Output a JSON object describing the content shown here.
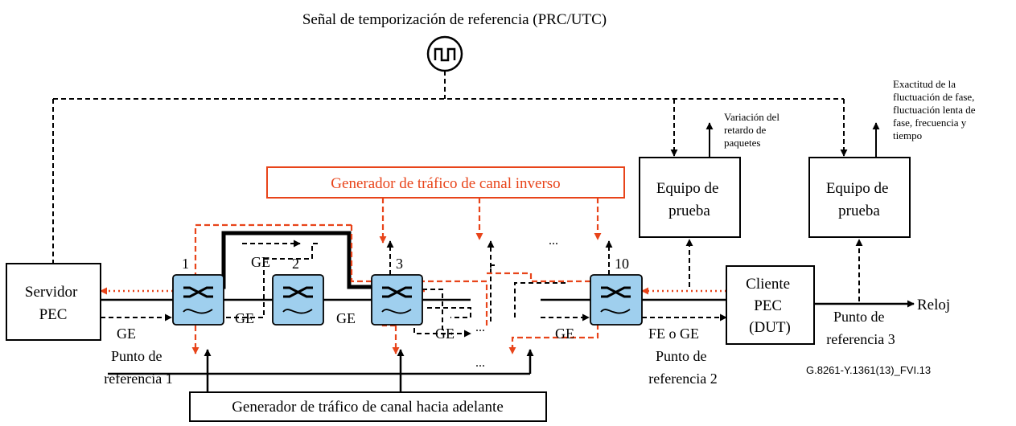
{
  "title": "Señal de temporización de referencia (PRC/UTC)",
  "figure_id": "G.8261-Y.1361(13)_FVI.13",
  "colors": {
    "black": "#000000",
    "red": "#e8441a",
    "switch_fill": "#9fcfee"
  },
  "icons": {
    "reference_clock": "square-wave-icon",
    "switch": "packet-switch-icon"
  },
  "nodes": {
    "server": [
      "Servidor",
      "PEC"
    ],
    "client": [
      "Cliente",
      "PEC",
      "(DUT)"
    ],
    "test_equipment_1": [
      "Equipo de",
      "prueba"
    ],
    "test_equipment_2": [
      "Equipo de",
      "prueba"
    ],
    "reverse_generator": "Generador de tráfico de canal inverso",
    "forward_generator": "Generador de tráfico de canal hacia adelante"
  },
  "switch_numbers": [
    "1",
    "2",
    "3",
    "10"
  ],
  "link_labels": [
    "GE",
    "GE",
    "GE",
    "GE",
    "GE",
    "GE",
    "FE o GE"
  ],
  "reference_points": {
    "rp1": [
      "Punto de",
      "referencia 1"
    ],
    "rp2": [
      "Punto de",
      "referencia 2"
    ],
    "rp3": [
      "Punto de",
      "referencia  3"
    ]
  },
  "clock_output": "Reloj",
  "measurements": {
    "pdv": [
      "Variación del",
      "retardo de",
      "paquetes"
    ],
    "accuracy": [
      "Exactitud de la",
      "fluctuación de fase,",
      "fluctuación lenta de",
      "fase, frecuencia y",
      "tiempo"
    ]
  },
  "ellipses": [
    "...",
    "...",
    "..."
  ]
}
